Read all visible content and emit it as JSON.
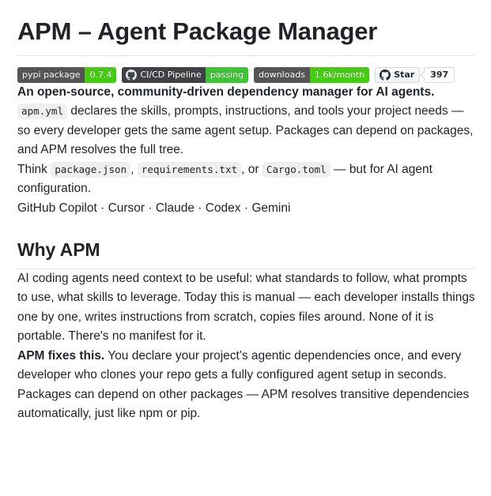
{
  "document": {
    "title": "APM – Agent Package Manager",
    "heading2": "Why APM"
  },
  "badges": {
    "pypi": {
      "label": "pypi package",
      "value": "0.7.4",
      "label_color": "#555555",
      "value_color": "#4c1"
    },
    "cicd": {
      "icon": "github-mark-icon",
      "label": "CI/CD Pipeline",
      "value": "passing",
      "label_color": "#3f4144",
      "value_color": "#3ec434"
    },
    "downloads": {
      "label": "downloads",
      "value": "1.6k/month",
      "label_color": "#555555",
      "value_color": "#4c1"
    },
    "star": {
      "icon": "github-mark-icon",
      "label": "Star",
      "count": "397"
    }
  },
  "intro": {
    "tagline": "An open-source, community-driven dependency manager for AI agents.",
    "code_apm": "apm.yml",
    "text_after_code": " declares the skills, prompts, instructions, and tools your project needs — so every developer gets the same agent setup. Packages can depend on packages, and APM resolves the full tree."
  },
  "think": {
    "prefix": "Think ",
    "code_1": "package.json",
    "sep_1": ", ",
    "code_2": "requirements.txt",
    "sep_2": ", or ",
    "code_3": "Cargo.toml",
    "suffix": " — but for AI agent configuration."
  },
  "agents": {
    "line": "GitHub Copilot · Cursor · Claude · Codex · Gemini"
  },
  "why": {
    "paragraph_1": "AI coding agents need context to be useful: what standards to follow, what prompts to use, what skills to leverage. Today this is manual — each developer installs things one by one, writes instructions from scratch, copies files around. None of it is portable. There's no manifest for it.",
    "paragraph_2_strong": "APM fixes this.",
    "paragraph_2_rest": " You declare your project's agentic dependencies once, and every developer who clones your repo gets a fully configured agent setup in seconds. Packages can depend on other packages — APM resolves transitive dependencies automatically, just like npm or pip."
  }
}
